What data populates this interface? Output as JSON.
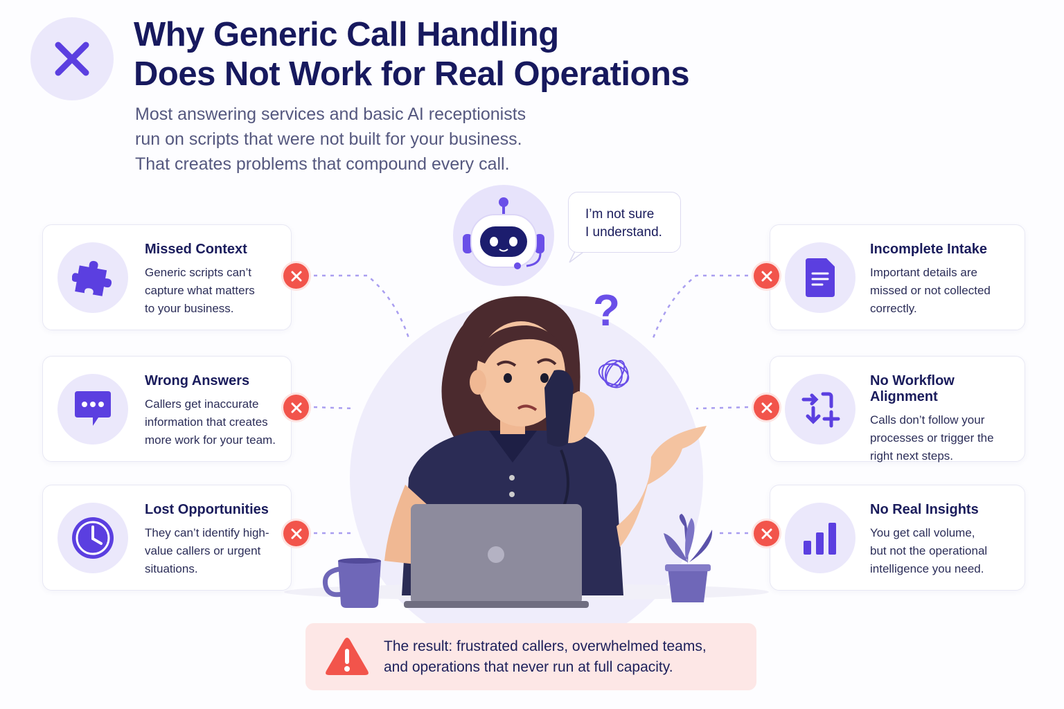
{
  "header": {
    "icon": "x-icon",
    "title_line1": "Why Generic Call Handling",
    "title_line2": "Does Not Work for Real Operations",
    "subtitle_line1": "Most answering services and basic AI receptionists",
    "subtitle_line2": "run on scripts that were not built for your business.",
    "subtitle_line3": "That creates problems that compound every call."
  },
  "speech_bubble": {
    "line1": "I’m not sure",
    "line2": "I understand."
  },
  "problems_left": [
    {
      "title": "Missed Context",
      "icon": "puzzle-icon",
      "lines": [
        "Generic scripts can’t",
        "capture what matters",
        "to your business."
      ]
    },
    {
      "title": "Wrong Answers",
      "icon": "chat-bubble-icon",
      "lines": [
        "Callers get inaccurate",
        "information that creates",
        "more work for your team."
      ]
    },
    {
      "title": "Lost Opportunities",
      "icon": "clock-icon",
      "lines": [
        "They can’t identify high-",
        "value callers or urgent",
        "situations."
      ]
    }
  ],
  "problems_right": [
    {
      "title": "Incomplete Intake",
      "icon": "document-icon",
      "lines": [
        "Important details are",
        "missed or not collected",
        "correctly."
      ]
    },
    {
      "title": "No Workflow Alignment",
      "icon": "workflow-icon",
      "lines": [
        "Calls don’t follow your",
        "processes or trigger the",
        "right next steps."
      ]
    },
    {
      "title": "No Real Insights",
      "icon": "bar-chart-icon",
      "lines": [
        "You get call volume,",
        "but not the operational",
        "intelligence you need."
      ]
    }
  ],
  "result": {
    "icon": "warning-icon",
    "line1": "The result: frustrated callers, overwhelmed teams,",
    "line2": "and operations that never run at full capacity."
  },
  "colors": {
    "accent": "#5b3fe0",
    "title": "#17195e",
    "error": "#f2544b",
    "result_bg": "#fde7e6",
    "icon_bg": "#ebe8fb"
  }
}
